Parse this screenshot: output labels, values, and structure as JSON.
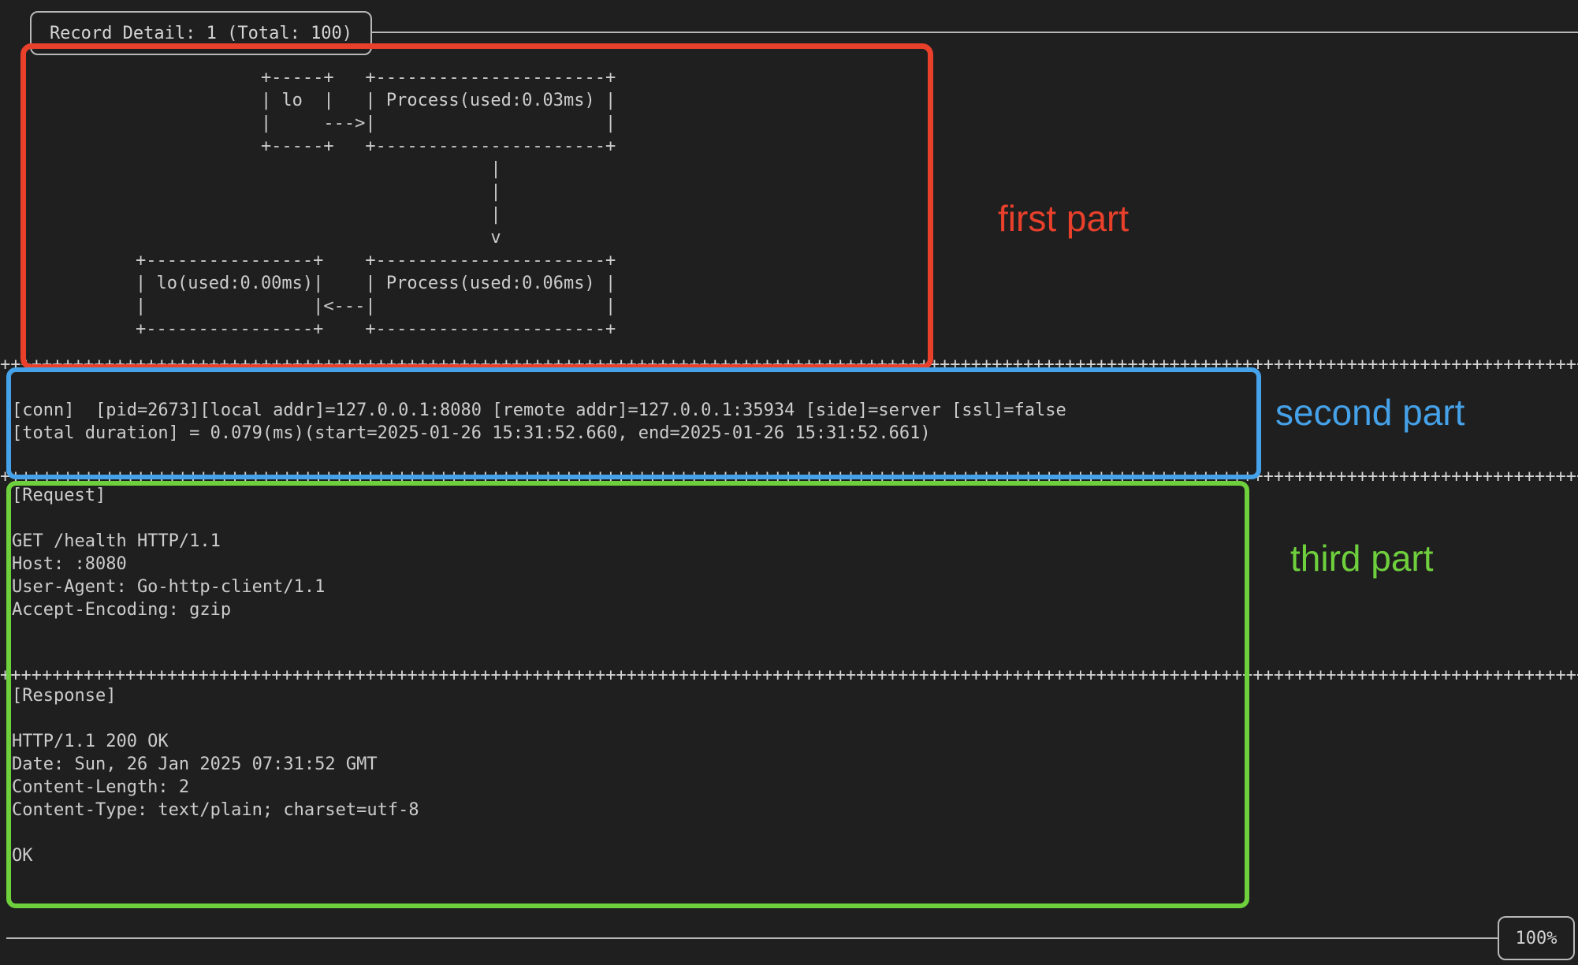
{
  "app": {
    "title": "Record Detail: 1 (Total: 100)",
    "scroll_percent": "100%"
  },
  "colors": {
    "background": "#1f1f1f",
    "terminal_text": "#cccccc",
    "border_gray": "#b8b8b8",
    "annotation_red": "#e8402b",
    "annotation_blue": "#45a1e8",
    "annotation_green": "#6fd03d"
  },
  "separator_char": "+",
  "diagram": {
    "ascii_lines": [
      "            +-----+   +----------------------+",
      "            | lo  |   | Process(used:0.03ms) |",
      "            |     --->|                      |",
      "            +-----+   +----------------------+",
      "                                  |",
      "                                  |",
      "                                  |",
      "                                  v",
      "+----------------+    +----------------------+",
      "| lo(used:0.00ms)|    | Process(used:0.06ms) |",
      "|                |<---|                      |",
      "+----------------+    +----------------------+"
    ]
  },
  "connection": {
    "lines": [
      "[conn]  [pid=2673][local addr]=127.0.0.1:8080 [remote addr]=127.0.0.1:35934 [side]=server [ssl]=false",
      "[total duration] = 0.079(ms)(start=2025-01-26 15:31:52.660, end=2025-01-26 15:31:52.661)"
    ]
  },
  "request": {
    "section_label": "[Request]",
    "lines": [
      "GET /health HTTP/1.1",
      "Host: :8080",
      "User-Agent: Go-http-client/1.1",
      "Accept-Encoding: gzip"
    ]
  },
  "response": {
    "section_label": "[Response]",
    "lines": [
      "HTTP/1.1 200 OK",
      "Date: Sun, 26 Jan 2025 07:31:52 GMT",
      "Content-Length: 2",
      "Content-Type: text/plain; charset=utf-8",
      "",
      "OK"
    ]
  },
  "annotations": [
    {
      "label": "first part",
      "color": "#e8402b"
    },
    {
      "label": "second part",
      "color": "#45a1e8"
    },
    {
      "label": "third part",
      "color": "#6fd03d"
    }
  ]
}
